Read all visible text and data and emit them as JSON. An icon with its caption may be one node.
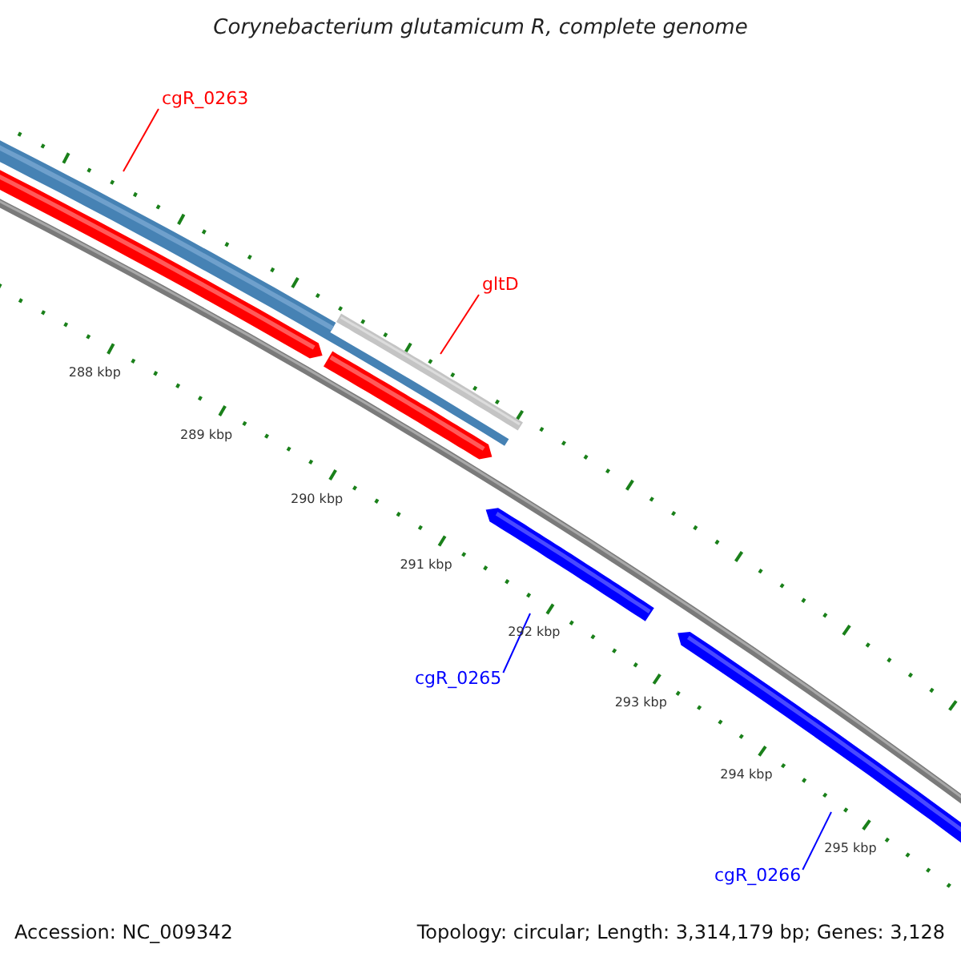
{
  "diagram": {
    "title": "Corynebacterium glutamicum R, complete genome",
    "nodes": [
      {
        "text": [
          "cgR_0263"
        ]
      },
      {
        "text": [],
        "shape": "bar"
      },
      {
        "text": [],
        "shape": "bar"
      },
      {
        "text": [
          "gltD"
        ]
      },
      {
        "text": [],
        "shape": "bar"
      },
      {
        "text": [],
        "shape": "bar"
      },
      {
        "text": [
          "cgR_0265"
        ]
      },
      {
        "text": [],
        "shape": "bar"
      },
      {
        "text": [
          "cgR_0266"
        ]
      },
      {
        "text": [],
        "shape": "bar"
      }
    ],
    "edges": [
      {
        "from": 0,
        "to": 1,
        "arrow": "none",
        "color": "#ff0000"
      },
      {
        "from": 3,
        "to": 4,
        "arrow": "none",
        "color": "#ff0000"
      },
      {
        "from": 6,
        "to": 7,
        "arrow": "none",
        "color": "#0000ff"
      },
      {
        "from": 8,
        "to": 9,
        "arrow": "none",
        "color": "#0000ff"
      }
    ],
    "labels": [
      "288 kbp",
      "289 kbp",
      "290 kbp",
      "291 kbp",
      "292 kbp",
      "293 kbp",
      "294 kbp",
      "295 kbp",
      "Accession: NC_009342",
      "Topology: circular; Length: 3,314,179 bp; Genes: 3,128"
    ]
  }
}
